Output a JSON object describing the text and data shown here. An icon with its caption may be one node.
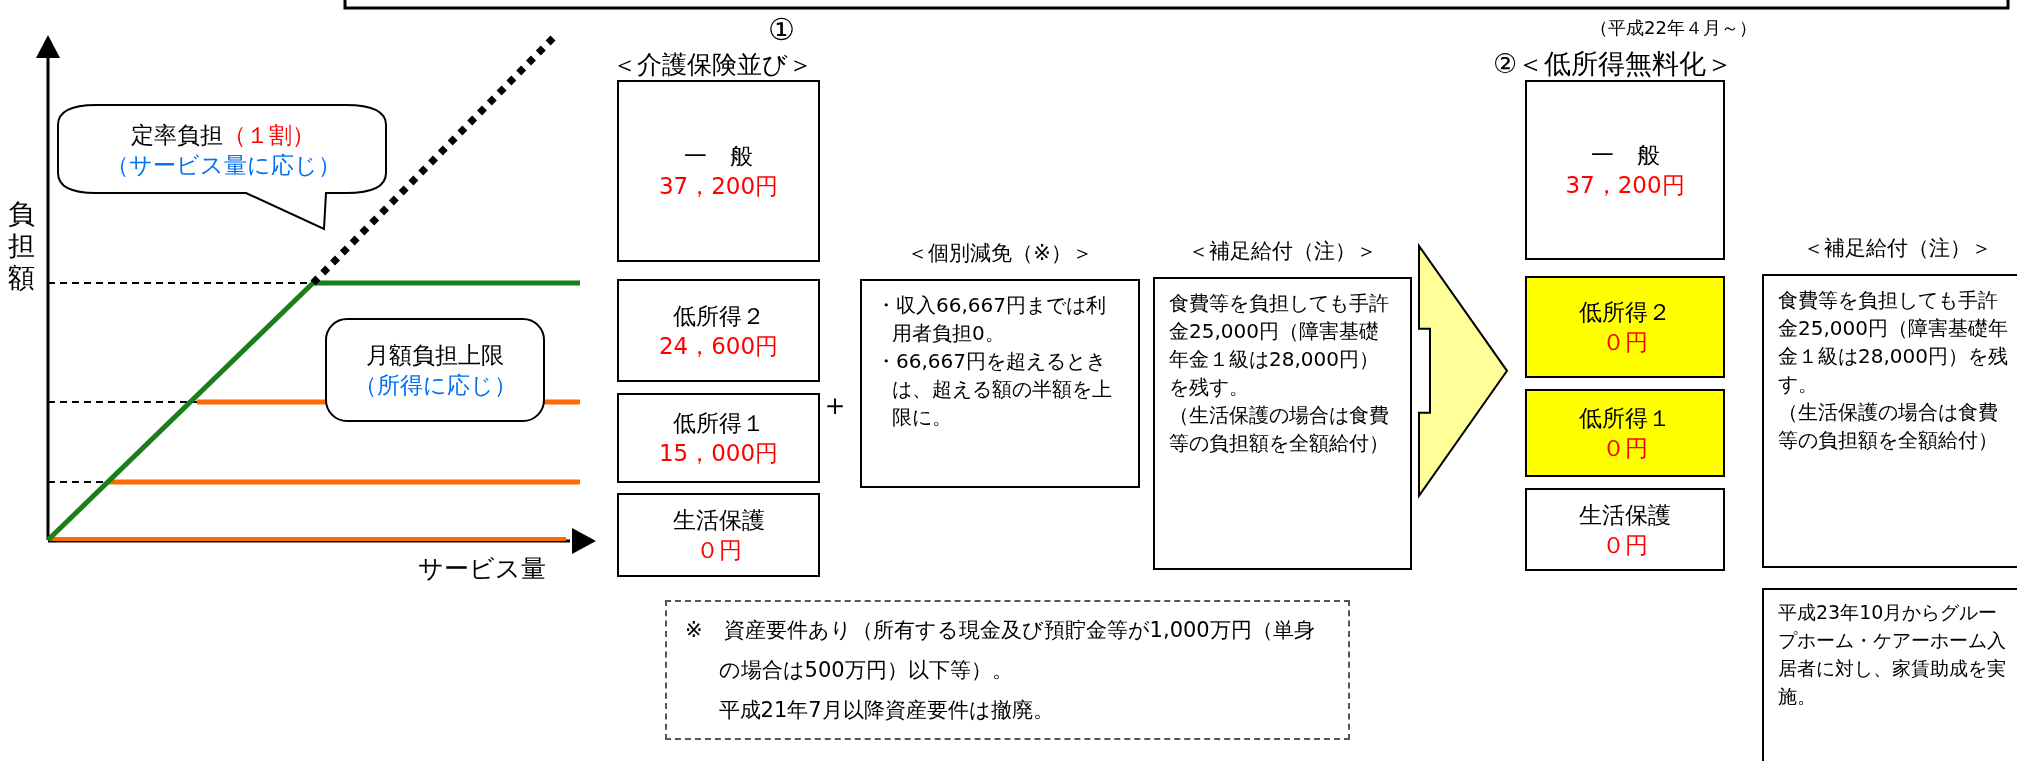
{
  "diagram": {
    "nodes": [
      {
        "text": [
          "定率負担",
          "（１割）",
          "（サービス量に応じ）"
        ]
      },
      {
        "text": [
          "月額負担上限",
          "（所得に応じ）"
        ]
      },
      {
        "text": [
          "一　般",
          "37，200円"
        ]
      },
      {
        "text": [
          "低所得２",
          "24，600円"
        ]
      },
      {
        "text": [
          "低所得１",
          "15，000円"
        ]
      },
      {
        "text": [
          "生活保護",
          "０円"
        ]
      },
      {
        "text": [
          "＜個別減免（※）＞",
          "・収入66,667円までは利用者負担0。",
          "・66,667円を超えるときは、超える額の半額を上限に。"
        ]
      },
      {
        "text": [
          "＜補足給付（注）＞",
          "食費等を負担しても手許金25,000円（障害基礎年金１級は28,000円）を残す。",
          "（生活保護の場合は食費等の負担額を全額給付）"
        ]
      },
      {
        "text": [
          "一　般",
          "37，200円"
        ]
      },
      {
        "text": [
          "低所得２",
          "０円"
        ]
      },
      {
        "text": [
          "低所得１",
          "０円"
        ]
      },
      {
        "text": [
          "生活保護",
          "０円"
        ]
      },
      {
        "text": [
          "＜補足給付（注）＞",
          "食費等を負担しても手許金25,000円（障害基礎年金１級は28,000円）を残す。",
          "（生活保護の場合は食費等の負担額を全額給付）"
        ]
      },
      {
        "text": [
          "※　資産要件あり（所有する現金及び預貯金等が1,000万円（単身の場合は500万円）以下等）。",
          "平成21年7月以降資産要件は撤廃。"
        ]
      },
      {
        "text": [
          "平成23年10月からグループホーム・ケアーホーム入居者に対し、家賃助成を実施。"
        ]
      }
    ],
    "edges": [
      {
        "from": 7,
        "to": 9,
        "arrow": "to",
        "style": "thick",
        "color": "#ffff99"
      }
    ],
    "labels": [
      "①",
      "（平成22年４月～）",
      "＜介護保険並び＞",
      "②＜低所得無料化＞",
      "負担額",
      "＋",
      "サービス量"
    ]
  }
}
